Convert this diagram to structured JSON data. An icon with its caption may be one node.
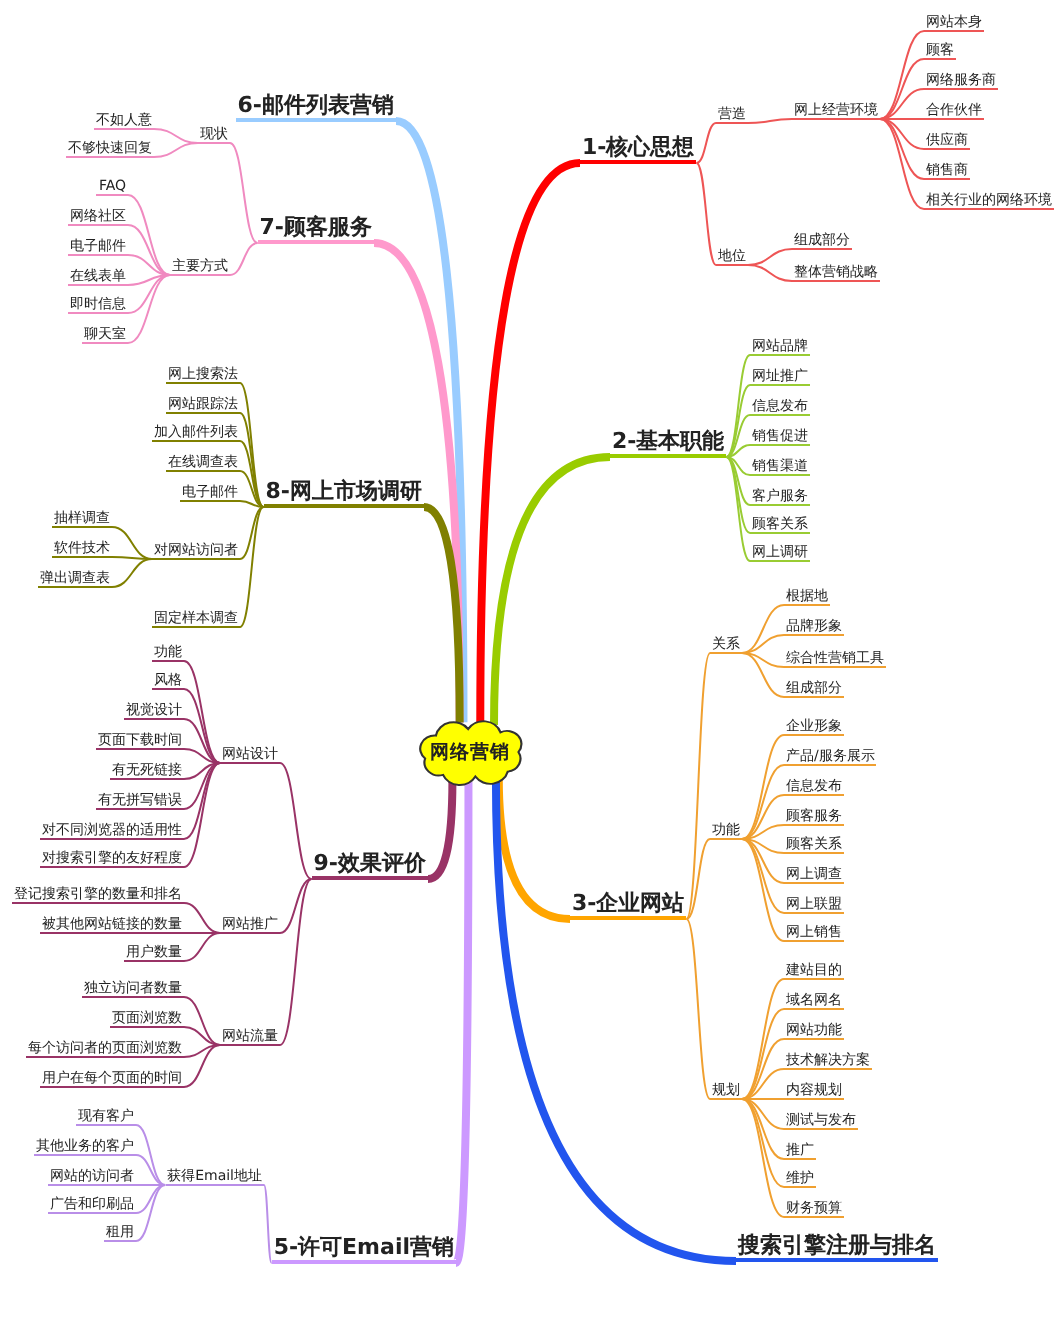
{
  "diagram": {
    "nodes": [
      {
        "text": [
          "网络营销"
        ]
      },
      {
        "text": [
          "1-核心思想"
        ]
      },
      {
        "text": [
          "营造"
        ]
      },
      {
        "text": [
          "网上经营环境"
        ]
      },
      {
        "text": [
          "网站本身"
        ]
      },
      {
        "text": [
          "顾客"
        ]
      },
      {
        "text": [
          "网络服务商"
        ]
      },
      {
        "text": [
          "合作伙伴"
        ]
      },
      {
        "text": [
          "供应商"
        ]
      },
      {
        "text": [
          "销售商"
        ]
      },
      {
        "text": [
          "相关行业的网络环境"
        ]
      },
      {
        "text": [
          "地位"
        ]
      },
      {
        "text": [
          "组成部分"
        ]
      },
      {
        "text": [
          "整体营销战略"
        ]
      },
      {
        "text": [
          "2-基本职能"
        ]
      },
      {
        "text": [
          "网站品牌"
        ]
      },
      {
        "text": [
          "网址推广"
        ]
      },
      {
        "text": [
          "信息发布"
        ]
      },
      {
        "text": [
          "销售促进"
        ]
      },
      {
        "text": [
          "销售渠道"
        ]
      },
      {
        "text": [
          "客户服务"
        ]
      },
      {
        "text": [
          "顾客关系"
        ]
      },
      {
        "text": [
          "网上调研"
        ]
      },
      {
        "text": [
          "3-企业网站"
        ]
      },
      {
        "text": [
          "关系"
        ]
      },
      {
        "text": [
          "根据地"
        ]
      },
      {
        "text": [
          "品牌形象"
        ]
      },
      {
        "text": [
          "综合性营销工具"
        ]
      },
      {
        "text": [
          "组成部分"
        ]
      },
      {
        "text": [
          "功能"
        ]
      },
      {
        "text": [
          "企业形象"
        ]
      },
      {
        "text": [
          "产品/服务展示"
        ]
      },
      {
        "text": [
          "信息发布"
        ]
      },
      {
        "text": [
          "顾客服务"
        ]
      },
      {
        "text": [
          "顾客关系"
        ]
      },
      {
        "text": [
          "网上调查"
        ]
      },
      {
        "text": [
          "网上联盟"
        ]
      },
      {
        "text": [
          "网上销售"
        ]
      },
      {
        "text": [
          "规划"
        ]
      },
      {
        "text": [
          "建站目的"
        ]
      },
      {
        "text": [
          "域名网名"
        ]
      },
      {
        "text": [
          "网站功能"
        ]
      },
      {
        "text": [
          "技术解决方案"
        ]
      },
      {
        "text": [
          "内容规划"
        ]
      },
      {
        "text": [
          "测试与发布"
        ]
      },
      {
        "text": [
          "推广"
        ]
      },
      {
        "text": [
          "维护"
        ]
      },
      {
        "text": [
          "财务预算"
        ]
      },
      {
        "text": [
          "搜索引擎注册与排名"
        ]
      },
      {
        "text": [
          "5-许可Email营销"
        ]
      },
      {
        "text": [
          "获得Email地址"
        ]
      },
      {
        "text": [
          "现有客户"
        ]
      },
      {
        "text": [
          "其他业务的客户"
        ]
      },
      {
        "text": [
          "网站的访问者"
        ]
      },
      {
        "text": [
          "广告和印刷品"
        ]
      },
      {
        "text": [
          "租用"
        ]
      },
      {
        "text": [
          "6-邮件列表营销"
        ]
      },
      {
        "text": [
          "7-顾客服务"
        ]
      },
      {
        "text": [
          "现状"
        ]
      },
      {
        "text": [
          "不如人意"
        ]
      },
      {
        "text": [
          "不够快速回复"
        ]
      },
      {
        "text": [
          "主要方式"
        ]
      },
      {
        "text": [
          "FAQ"
        ]
      },
      {
        "text": [
          "网络社区"
        ]
      },
      {
        "text": [
          "电子邮件"
        ]
      },
      {
        "text": [
          "在线表单"
        ]
      },
      {
        "text": [
          "即时信息"
        ]
      },
      {
        "text": [
          "聊天室"
        ]
      },
      {
        "text": [
          "8-网上市场调研"
        ]
      },
      {
        "text": [
          "网上搜索法"
        ]
      },
      {
        "text": [
          "网站跟踪法"
        ]
      },
      {
        "text": [
          "加入邮件列表"
        ]
      },
      {
        "text": [
          "在线调查表"
        ]
      },
      {
        "text": [
          "电子邮件"
        ]
      },
      {
        "text": [
          "对网站访问者"
        ]
      },
      {
        "text": [
          "抽样调查"
        ]
      },
      {
        "text": [
          "软件技术"
        ]
      },
      {
        "text": [
          "弹出调查表"
        ]
      },
      {
        "text": [
          "固定样本调查"
        ]
      },
      {
        "text": [
          "9-效果评价"
        ]
      },
      {
        "text": [
          "网站设计"
        ]
      },
      {
        "text": [
          "功能"
        ]
      },
      {
        "text": [
          "风格"
        ]
      },
      {
        "text": [
          "视觉设计"
        ]
      },
      {
        "text": [
          "页面下载时间"
        ]
      },
      {
        "text": [
          "有无死链接"
        ]
      },
      {
        "text": [
          "有无拼写错误"
        ]
      },
      {
        "text": [
          "对不同浏览器的适用性"
        ]
      },
      {
        "text": [
          "对搜索引擎的友好程度"
        ]
      },
      {
        "text": [
          "网站推广"
        ]
      },
      {
        "text": [
          "登记搜索引擎的数量和排名"
        ]
      },
      {
        "text": [
          "被其他网站链接的数量"
        ]
      },
      {
        "text": [
          "用户数量"
        ]
      },
      {
        "text": [
          "网站流量"
        ]
      },
      {
        "text": [
          "独立访问者数量"
        ]
      },
      {
        "text": [
          "页面浏览数"
        ]
      },
      {
        "text": [
          "每个访问者的页面浏览数"
        ]
      },
      {
        "text": [
          "用户在每个页面的时间"
        ]
      }
    ],
    "edges": [
      {
        "from": 0,
        "to": 1,
        "arrow": "none",
        "style": "thick",
        "color": "#ff0000"
      },
      {
        "from": 1,
        "to": 2,
        "arrow": "none",
        "color": "#ee5555"
      },
      {
        "from": 2,
        "to": 3,
        "arrow": "none",
        "color": "#ee5555"
      },
      {
        "from": 3,
        "to": 4,
        "arrow": "none",
        "color": "#ee5555"
      },
      {
        "from": 3,
        "to": 5,
        "arrow": "none",
        "color": "#ee5555"
      },
      {
        "from": 3,
        "to": 6,
        "arrow": "none",
        "color": "#ee5555"
      },
      {
        "from": 3,
        "to": 7,
        "arrow": "none",
        "color": "#ee5555"
      },
      {
        "from": 3,
        "to": 8,
        "arrow": "none",
        "color": "#ee5555"
      },
      {
        "from": 3,
        "to": 9,
        "arrow": "none",
        "color": "#ee5555"
      },
      {
        "from": 3,
        "to": 10,
        "arrow": "none",
        "color": "#ee5555"
      },
      {
        "from": 1,
        "to": 11,
        "arrow": "none",
        "color": "#ee5555"
      },
      {
        "from": 11,
        "to": 12,
        "arrow": "none",
        "color": "#ee5555"
      },
      {
        "from": 11,
        "to": 13,
        "arrow": "none",
        "color": "#ee5555"
      },
      {
        "from": 0,
        "to": 14,
        "arrow": "none",
        "style": "thick",
        "color": "#99cc00"
      },
      {
        "from": 14,
        "to": 15,
        "arrow": "none",
        "color": "#99cc33"
      },
      {
        "from": 14,
        "to": 16,
        "arrow": "none",
        "color": "#99cc33"
      },
      {
        "from": 14,
        "to": 17,
        "arrow": "none",
        "color": "#99cc33"
      },
      {
        "from": 14,
        "to": 18,
        "arrow": "none",
        "color": "#99cc33"
      },
      {
        "from": 14,
        "to": 19,
        "arrow": "none",
        "color": "#99cc33"
      },
      {
        "from": 14,
        "to": 20,
        "arrow": "none",
        "color": "#99cc33"
      },
      {
        "from": 14,
        "to": 21,
        "arrow": "none",
        "color": "#99cc33"
      },
      {
        "from": 14,
        "to": 22,
        "arrow": "none",
        "color": "#99cc33"
      },
      {
        "from": 0,
        "to": 23,
        "arrow": "none",
        "style": "thick",
        "color": "#ffa500"
      },
      {
        "from": 23,
        "to": 24,
        "arrow": "none",
        "color": "#f0a030"
      },
      {
        "from": 24,
        "to": 25,
        "arrow": "none",
        "color": "#f0a030"
      },
      {
        "from": 24,
        "to": 26,
        "arrow": "none",
        "color": "#f0a030"
      },
      {
        "from": 24,
        "to": 27,
        "arrow": "none",
        "color": "#f0a030"
      },
      {
        "from": 24,
        "to": 28,
        "arrow": "none",
        "color": "#f0a030"
      },
      {
        "from": 23,
        "to": 29,
        "arrow": "none",
        "color": "#f0a030"
      },
      {
        "from": 29,
        "to": 30,
        "arrow": "none",
        "color": "#f0a030"
      },
      {
        "from": 29,
        "to": 31,
        "arrow": "none",
        "color": "#f0a030"
      },
      {
        "from": 29,
        "to": 32,
        "arrow": "none",
        "color": "#f0a030"
      },
      {
        "from": 29,
        "to": 33,
        "arrow": "none",
        "color": "#f0a030"
      },
      {
        "from": 29,
        "to": 34,
        "arrow": "none",
        "color": "#f0a030"
      },
      {
        "from": 29,
        "to": 35,
        "arrow": "none",
        "color": "#f0a030"
      },
      {
        "from": 29,
        "to": 36,
        "arrow": "none",
        "color": "#f0a030"
      },
      {
        "from": 29,
        "to": 37,
        "arrow": "none",
        "color": "#f0a030"
      },
      {
        "from": 23,
        "to": 38,
        "arrow": "none",
        "color": "#f0a030"
      },
      {
        "from": 38,
        "to": 39,
        "arrow": "none",
        "color": "#f0a030"
      },
      {
        "from": 38,
        "to": 40,
        "arrow": "none",
        "color": "#f0a030"
      },
      {
        "from": 38,
        "to": 41,
        "arrow": "none",
        "color": "#f0a030"
      },
      {
        "from": 38,
        "to": 42,
        "arrow": "none",
        "color": "#f0a030"
      },
      {
        "from": 38,
        "to": 43,
        "arrow": "none",
        "color": "#f0a030"
      },
      {
        "from": 38,
        "to": 44,
        "arrow": "none",
        "color": "#f0a030"
      },
      {
        "from": 38,
        "to": 45,
        "arrow": "none",
        "color": "#f0a030"
      },
      {
        "from": 38,
        "to": 46,
        "arrow": "none",
        "color": "#f0a030"
      },
      {
        "from": 38,
        "to": 47,
        "arrow": "none",
        "color": "#f0a030"
      },
      {
        "from": 0,
        "to": 48,
        "arrow": "none",
        "style": "thick",
        "color": "#2255ee"
      },
      {
        "from": 0,
        "to": 49,
        "arrow": "none",
        "style": "thick",
        "color": "#cc99ff"
      },
      {
        "from": 49,
        "to": 50,
        "arrow": "none",
        "color": "#b98ee8"
      },
      {
        "from": 50,
        "to": 51,
        "arrow": "none",
        "color": "#b98ee8"
      },
      {
        "from": 50,
        "to": 52,
        "arrow": "none",
        "color": "#b98ee8"
      },
      {
        "from": 50,
        "to": 53,
        "arrow": "none",
        "color": "#b98ee8"
      },
      {
        "from": 50,
        "to": 54,
        "arrow": "none",
        "color": "#b98ee8"
      },
      {
        "from": 50,
        "to": 55,
        "arrow": "none",
        "color": "#b98ee8"
      },
      {
        "from": 0,
        "to": 56,
        "arrow": "none",
        "style": "thick",
        "color": "#99ccff"
      },
      {
        "from": 0,
        "to": 57,
        "arrow": "none",
        "style": "thick",
        "color": "#ff99cc"
      },
      {
        "from": 57,
        "to": 58,
        "arrow": "none",
        "color": "#f08ac0"
      },
      {
        "from": 58,
        "to": 59,
        "arrow": "none",
        "color": "#f08ac0"
      },
      {
        "from": 58,
        "to": 60,
        "arrow": "none",
        "color": "#f08ac0"
      },
      {
        "from": 57,
        "to": 61,
        "arrow": "none",
        "color": "#f08ac0"
      },
      {
        "from": 61,
        "to": 62,
        "arrow": "none",
        "color": "#f08ac0"
      },
      {
        "from": 61,
        "to": 63,
        "arrow": "none",
        "color": "#f08ac0"
      },
      {
        "from": 61,
        "to": 64,
        "arrow": "none",
        "color": "#f08ac0"
      },
      {
        "from": 61,
        "to": 65,
        "arrow": "none",
        "color": "#f08ac0"
      },
      {
        "from": 61,
        "to": 66,
        "arrow": "none",
        "color": "#f08ac0"
      },
      {
        "from": 61,
        "to": 67,
        "arrow": "none",
        "color": "#f08ac0"
      },
      {
        "from": 0,
        "to": 68,
        "arrow": "none",
        "style": "thick",
        "color": "#808000"
      },
      {
        "from": 68,
        "to": 69,
        "arrow": "none",
        "color": "#808000"
      },
      {
        "from": 68,
        "to": 70,
        "arrow": "none",
        "color": "#808000"
      },
      {
        "from": 68,
        "to": 71,
        "arrow": "none",
        "color": "#808000"
      },
      {
        "from": 68,
        "to": 72,
        "arrow": "none",
        "color": "#808000"
      },
      {
        "from": 68,
        "to": 73,
        "arrow": "none",
        "color": "#808000"
      },
      {
        "from": 68,
        "to": 74,
        "arrow": "none",
        "color": "#808000"
      },
      {
        "from": 74,
        "to": 75,
        "arrow": "none",
        "color": "#808000"
      },
      {
        "from": 74,
        "to": 76,
        "arrow": "none",
        "color": "#808000"
      },
      {
        "from": 74,
        "to": 77,
        "arrow": "none",
        "color": "#808000"
      },
      {
        "from": 68,
        "to": 78,
        "arrow": "none",
        "color": "#808000"
      },
      {
        "from": 0,
        "to": 79,
        "arrow": "none",
        "style": "thick",
        "color": "#993366"
      },
      {
        "from": 79,
        "to": 80,
        "arrow": "none",
        "color": "#993366"
      },
      {
        "from": 80,
        "to": 81,
        "arrow": "none",
        "color": "#993366"
      },
      {
        "from": 80,
        "to": 82,
        "arrow": "none",
        "color": "#993366"
      },
      {
        "from": 80,
        "to": 83,
        "arrow": "none",
        "color": "#993366"
      },
      {
        "from": 80,
        "to": 84,
        "arrow": "none",
        "color": "#993366"
      },
      {
        "from": 80,
        "to": 85,
        "arrow": "none",
        "color": "#993366"
      },
      {
        "from": 80,
        "to": 86,
        "arrow": "none",
        "color": "#993366"
      },
      {
        "from": 80,
        "to": 87,
        "arrow": "none",
        "color": "#993366"
      },
      {
        "from": 80,
        "to": 88,
        "arrow": "none",
        "color": "#993366"
      },
      {
        "from": 79,
        "to": 89,
        "arrow": "none",
        "color": "#993366"
      },
      {
        "from": 89,
        "to": 90,
        "arrow": "none",
        "color": "#993366"
      },
      {
        "from": 89,
        "to": 91,
        "arrow": "none",
        "color": "#993366"
      },
      {
        "from": 89,
        "to": 92,
        "arrow": "none",
        "color": "#993366"
      },
      {
        "from": 79,
        "to": 93,
        "arrow": "none",
        "color": "#993366"
      },
      {
        "from": 93,
        "to": 94,
        "arrow": "none",
        "color": "#993366"
      },
      {
        "from": 93,
        "to": 95,
        "arrow": "none",
        "color": "#993366"
      },
      {
        "from": 93,
        "to": 96,
        "arrow": "none",
        "color": "#993366"
      },
      {
        "from": 93,
        "to": 97,
        "arrow": "none",
        "color": "#993366"
      }
    ]
  }
}
